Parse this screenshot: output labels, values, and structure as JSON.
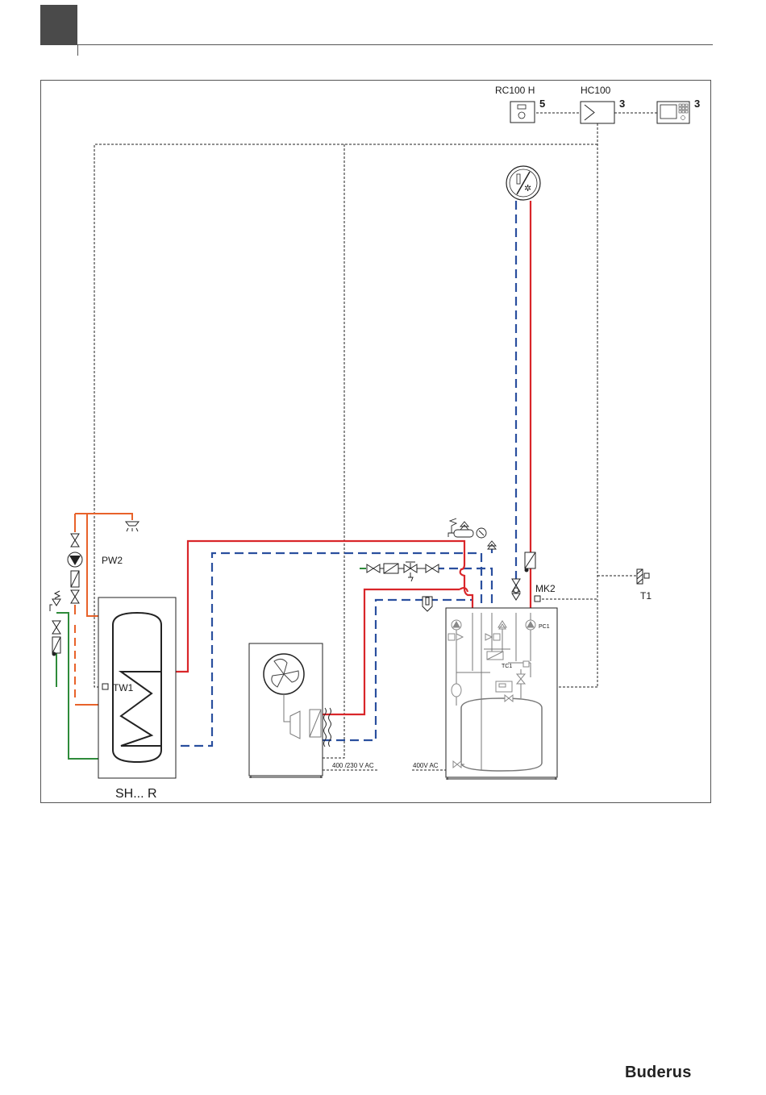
{
  "labels": {
    "rc100": "RC100 H",
    "rc100_num": "5",
    "hc100": "HC100",
    "hc100_num": "3",
    "display_num": "3",
    "pw2": "PW2",
    "tw1": "TW1",
    "mk2": "MK2",
    "t1": "T1",
    "pc1": "PC1",
    "tc1": "TC1",
    "tank_name": "SH... R",
    "supply_outdoor": "400 /230 V AC",
    "supply_indoor": "400V AC"
  },
  "brand": "Buderus",
  "colors": {
    "flow": "#d9262a",
    "return": "#2a4f9e",
    "dhw": "#e8622a",
    "cold_water": "#2e8b3a",
    "control": "#222222",
    "header": "#4a4a4a"
  },
  "icons": [
    "fan-icon",
    "thermostat-icon",
    "display-icon",
    "pump-icon",
    "valve-icon",
    "shower-icon",
    "gauge-icon",
    "safety-valve-icon",
    "sensor-icon"
  ]
}
